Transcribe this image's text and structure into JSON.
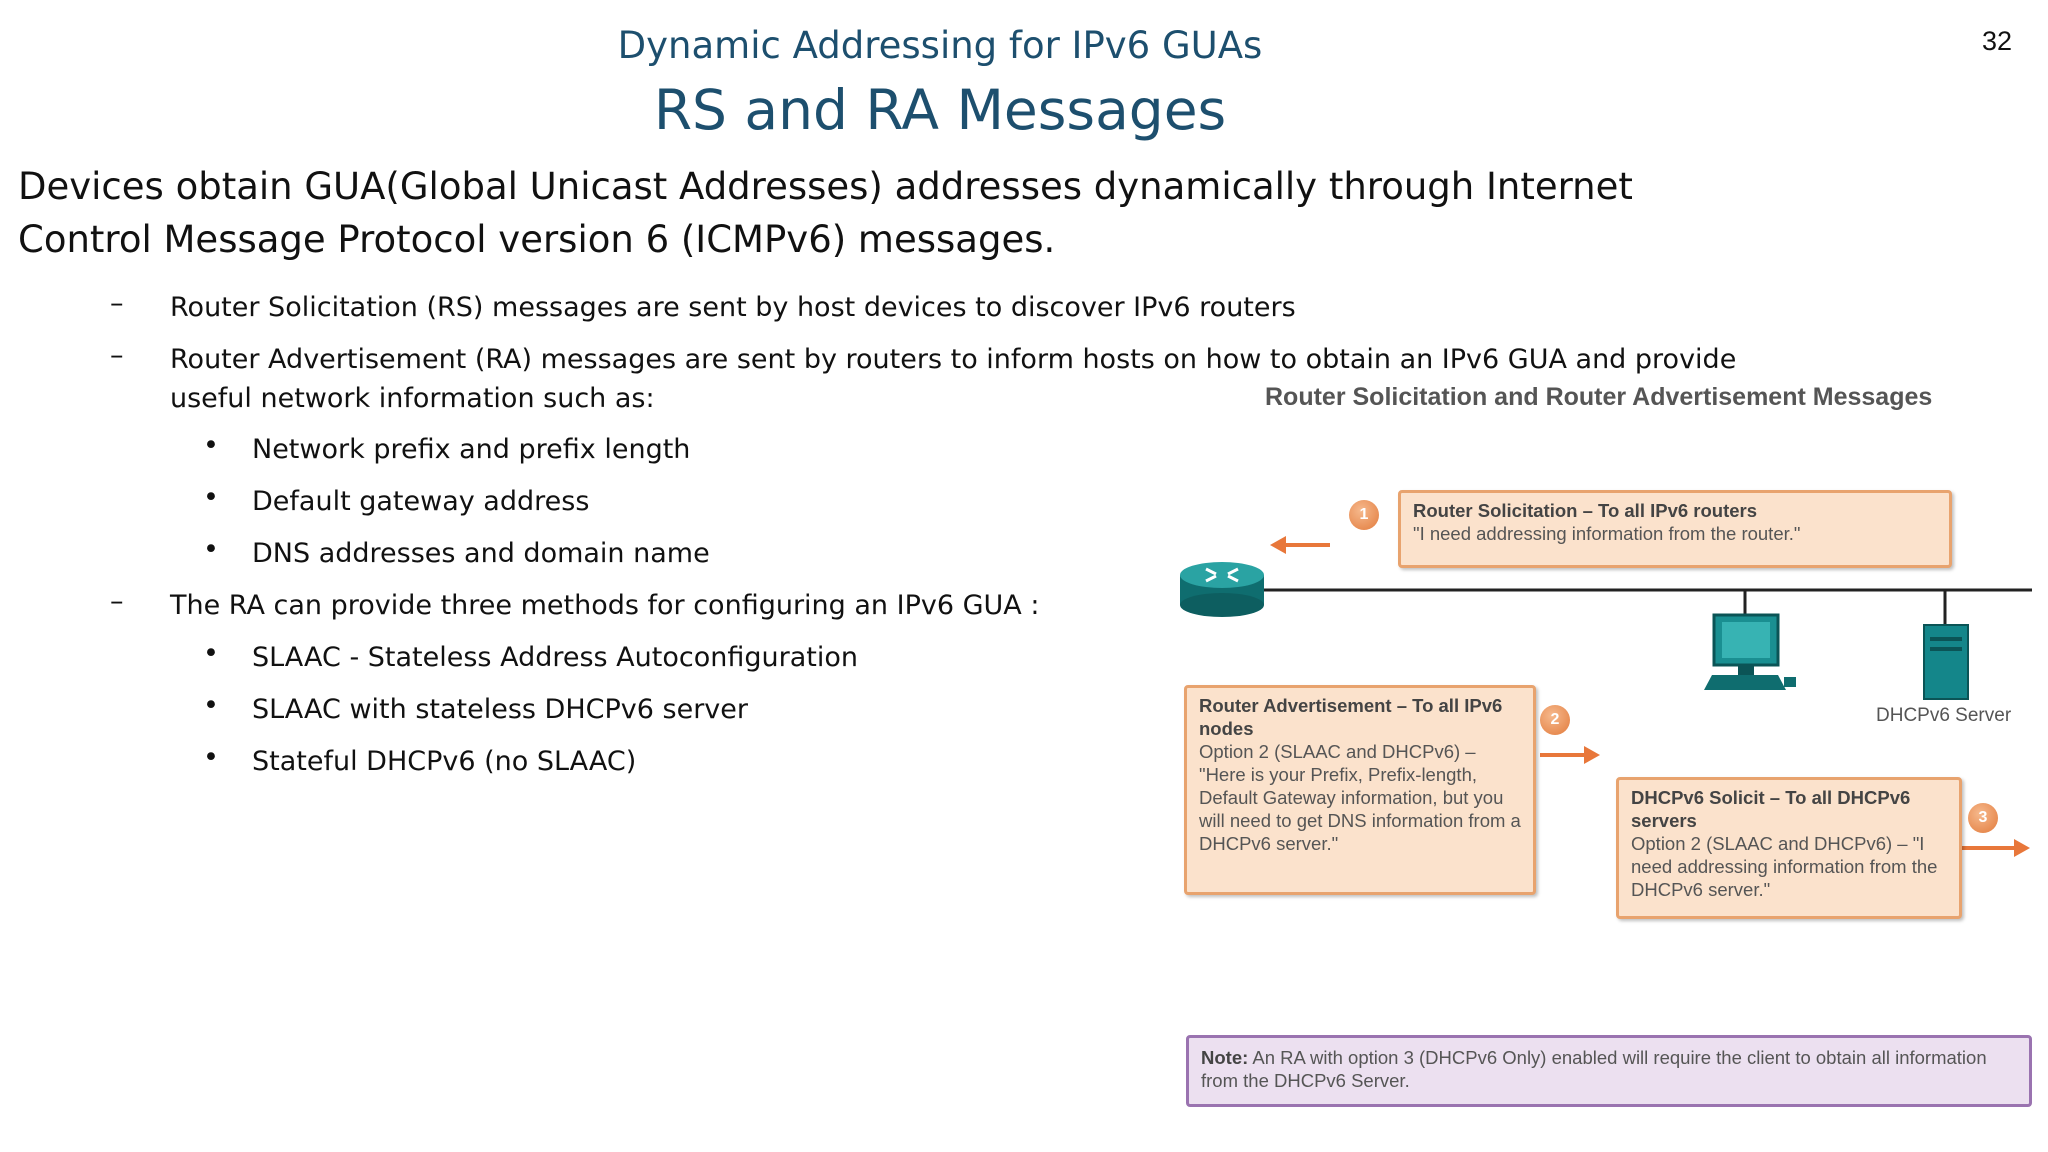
{
  "slide": {
    "number": "32",
    "subtitle": "Dynamic Addressing for IPv6 GUAs",
    "title": "RS and RA Messages",
    "intro": "Devices obtain GUA(Global Unicast Addresses) addresses dynamically through Internet Control Message Protocol version 6 (ICMPv6) messages."
  },
  "bullets": [
    {
      "marker": "–",
      "text": "Router Solicitation (RS) messages are sent by host devices to discover IPv6 routers"
    },
    {
      "marker": "–",
      "text": "Router Advertisement (RA) messages are sent by routers to inform hosts on how to obtain an IPv6 GUA and provide useful network information such as:"
    },
    {
      "marker": "•",
      "text": "Network prefix and prefix length"
    },
    {
      "marker": "•",
      "text": "Default gateway address"
    },
    {
      "marker": "•",
      "text": "DNS addresses and domain name"
    },
    {
      "marker": "–",
      "text": "The RA can provide three methods for configuring an IPv6 GUA :"
    },
    {
      "marker": "•",
      "text": "SLAAC - Stateless Address Autoconfiguration"
    },
    {
      "marker": "•",
      "text": "SLAAC with stateless DHCPv6 server"
    },
    {
      "marker": "•",
      "text": "Stateful DHCPv6 (no SLAAC)"
    }
  ],
  "figure": {
    "title": "Router Solicitation and Router Advertisement Messages",
    "rs": {
      "badge": "1",
      "heading": "Router Solicitation – To all IPv6 routers",
      "body": "\"I need addressing information from the router.\""
    },
    "ra": {
      "badge": "2",
      "heading": "Router Advertisement – To all IPv6 nodes",
      "body": "Option 2 (SLAAC and DHCPv6) – \"Here is your Prefix, Prefix-length, Default Gateway information, but you will need to get DNS information from a DHCPv6 server.\""
    },
    "dhcp": {
      "badge": "3",
      "heading": "DHCPv6 Solicit – To all DHCPv6 servers",
      "body": "Option 2 (SLAAC and DHCPv6) – \"I need addressing information from the DHCPv6 server.\""
    },
    "server_label": "DHCPv6 Server",
    "note_label": "Note:",
    "note_text": "An RA with option 3 (DHCPv6 Only) enabled will require the client to obtain all information from the DHCPv6 Server."
  }
}
